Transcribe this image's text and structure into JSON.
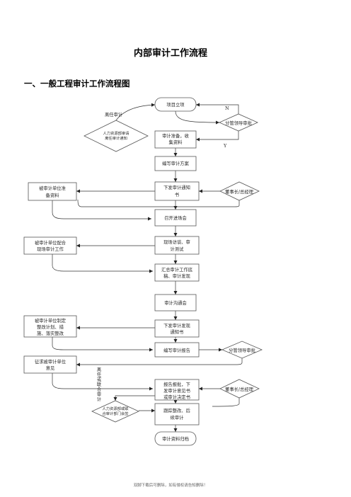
{
  "page": {
    "title": "内部审计工作流程",
    "section": "一、一般工程审计工作流程图",
    "footer": "双脚下载后可删除，如有侵权请告知删除！"
  },
  "nodes": {
    "project": "项目立项",
    "approve1": "分管领导审批",
    "hr1_l1": "人力资源部审请",
    "hr1_l2": "离任审计通知",
    "prep_l1": "审计准备，收",
    "prep_l2": "集资料",
    "plan": "编写审计方案",
    "notice_l1": "下发审计通知",
    "notice_l2": "书",
    "board1": "董事长/总经理",
    "audited_prep_l1": "被审计单位准",
    "audited_prep_l2": "备资料",
    "meeting": "召开进场会",
    "onsite_l1": "现场访谈、审",
    "onsite_l2": "计测试",
    "coop_l1": "被审计单位配合",
    "coop_l2": "现场审计工作",
    "summary_l1": "汇总审计工作底",
    "summary_l2": "稿、审计发现",
    "comm": "审计沟通会",
    "find_l1": "下发审计发现",
    "find_l2": "通知书",
    "rect_l1": "被审计单位制定",
    "rect_l2": "整改计划、措",
    "rect_l3": "施、落实整改",
    "report": "编写审计报告",
    "approve2": "分管领导审批",
    "opinion_l1": "征求被审计单位",
    "opinion_l2": "意见",
    "submit_l1": "报告报批，下",
    "submit_l2": "发审计意见书",
    "submit_l3": "或审计决定书",
    "board2": "董事长/总经理",
    "hr2_l1": "人力资源部或联",
    "hr2_l2": "合审计部门会签",
    "follow_l1": "跟踪整改、后",
    "follow_l2": "续审计",
    "archive": "审计资料归档"
  },
  "labels": {
    "leave": "离任审计",
    "n": "N",
    "y": "Y",
    "leave_joint": [
      "离",
      "任",
      "或",
      "联",
      "合",
      "审",
      "计"
    ]
  }
}
